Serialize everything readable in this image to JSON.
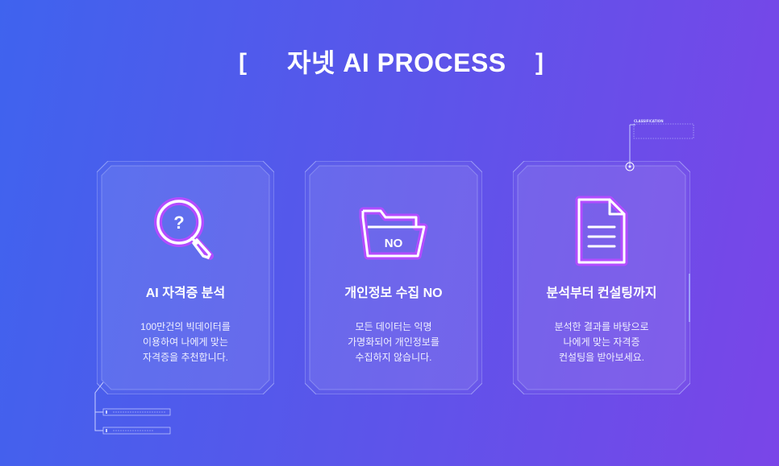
{
  "header": {
    "bracket_left": "[",
    "title": "자넷 AI PROCESS",
    "bracket_right": "]"
  },
  "cards": [
    {
      "icon": "magnifier-question-icon",
      "title": "AI 자격증 분석",
      "desc": [
        "100만건의 빅데이터를",
        "이용하여 나에게 맞는",
        "자격증을 추천합니다."
      ]
    },
    {
      "icon": "folder-no-icon",
      "icon_text": "NO",
      "title": "개인정보 수집 NO",
      "desc": [
        "모든 데이터는 익명",
        "가명화되어 개인정보를",
        "수집하지 않습니다."
      ]
    },
    {
      "icon": "document-icon",
      "title": "분석부터 컨설팅까지",
      "desc": [
        "분석한 결과를 바탕으로",
        "나에게 맞는 자격증",
        "컨설팅을 받아보세요."
      ]
    }
  ],
  "decor": {
    "label_top": "CLASSIFICATION"
  },
  "colors": {
    "bg_left": "#3f63ee",
    "bg_right": "#7a45e8",
    "neon_purple": "#b34cff",
    "frame_line": "#a9b4ff"
  }
}
